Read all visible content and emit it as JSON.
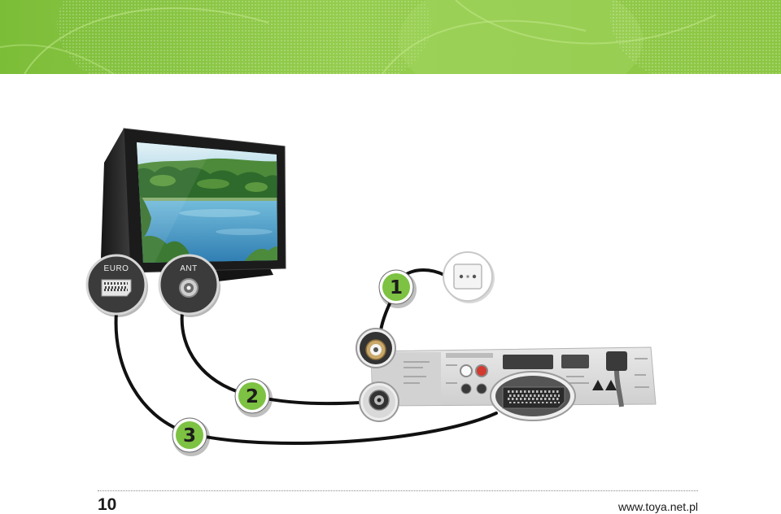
{
  "connectors": {
    "euro_label": "EURO",
    "ant_label": "ANT"
  },
  "steps": [
    {
      "label": "1"
    },
    {
      "label": "2"
    },
    {
      "label": "3"
    }
  ],
  "footer": {
    "page_number": "10",
    "url": "www.toya.net.pl"
  },
  "colors": {
    "banner_green": "#8cc643",
    "step_green": "#7dc242",
    "cable": "#111111",
    "badge_dark": "#3b3b3b"
  },
  "icons": {
    "euro": "scart-connector-icon",
    "ant": "coax-connector-icon",
    "power": "power-socket-icon"
  }
}
